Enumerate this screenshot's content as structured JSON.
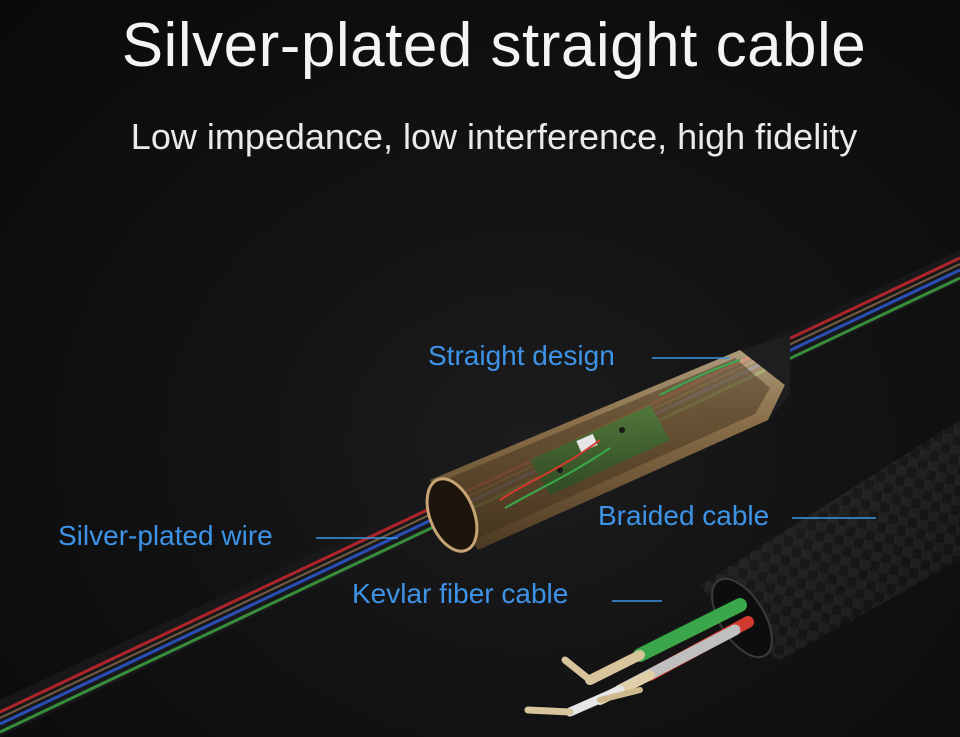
{
  "title": "Silver-plated straight cable",
  "subtitle": "Low impedance, low interference, high fidelity",
  "callouts": {
    "straight_design": "Straight design",
    "braided_cable": "Braided cable",
    "silver_plated_wire": "Silver-plated wire",
    "kevlar_fiber_cable": "Kevlar fiber cable"
  },
  "colors": {
    "background": "#111112",
    "title_text": "#f4f4f4",
    "callout_text": "#3d93e6",
    "gold_housing": "#b8925e",
    "wire_red": "#c0262b",
    "wire_green": "#3a9b3c",
    "wire_blue": "#2b55c8"
  }
}
